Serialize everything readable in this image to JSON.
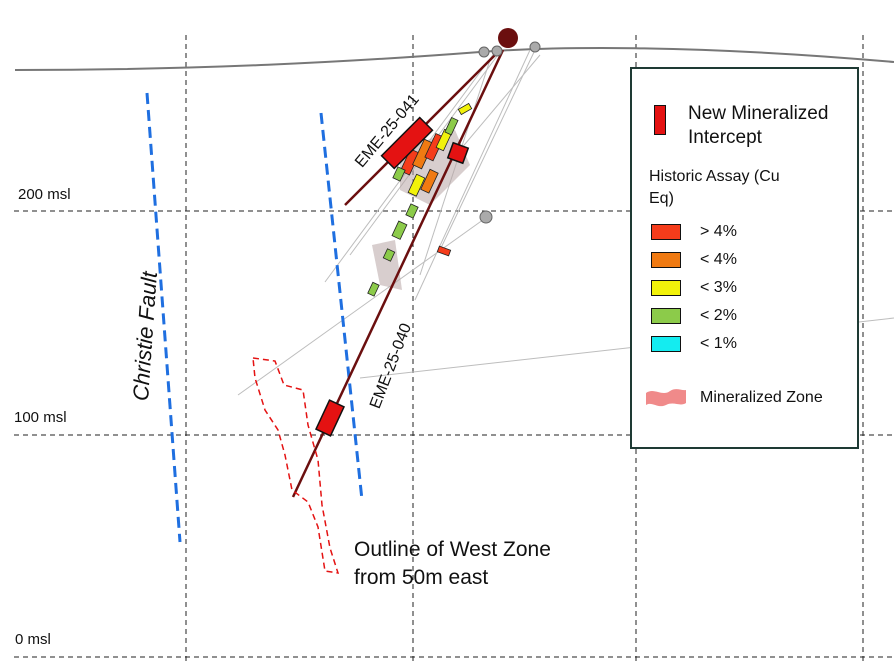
{
  "elevations": [
    {
      "label": "200 msl"
    },
    {
      "label": "100 msl"
    },
    {
      "label": "0 msl"
    }
  ],
  "fault_label": "Christie Fault",
  "holes": [
    {
      "id": "EME-25-041"
    },
    {
      "id": "EME-25-040"
    }
  ],
  "legend": {
    "new_intercept": "New Mineralized Intercept",
    "historic_title": "Historic Assay (Cu Eq)",
    "classes": [
      {
        "label": "> 4%",
        "color": "#f53c1b"
      },
      {
        "label": "< 4%",
        "color": "#f07a12"
      },
      {
        "label": "< 3%",
        "color": "#f2f20a"
      },
      {
        "label": "< 2%",
        "color": "#8ccb4a"
      },
      {
        "label": "< 1%",
        "color": "#14ecf0"
      }
    ],
    "zone": "Mineralized Zone",
    "colors": {
      "intercept": "#e41212",
      "zone": "#f08a8a",
      "fault": "#1f6fe0",
      "drill_trace": "#6b0f0f",
      "outline": "#e41212"
    }
  },
  "west_zone_note": "Outline of West Zone from 50m east"
}
